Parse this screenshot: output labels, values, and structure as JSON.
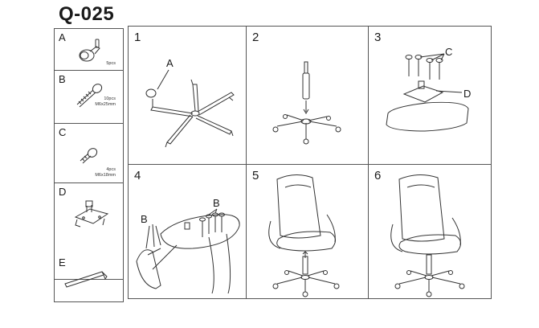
{
  "header": {
    "model": "Q-025"
  },
  "parts": [
    {
      "letter": "A",
      "spec_lines": [
        "5pcs"
      ],
      "icon": "caster-wheel-icon"
    },
    {
      "letter": "B",
      "spec_lines": [
        "10pcs",
        "M6x25mm"
      ],
      "icon": "long-bolt-icon"
    },
    {
      "letter": "C",
      "spec_lines": [
        "4pcs",
        "M6x18mm"
      ],
      "icon": "short-bolt-icon"
    },
    {
      "letter": "D",
      "spec_lines": [],
      "icon": "tilt-mechanism-icon"
    },
    {
      "letter": "E",
      "spec_lines": [],
      "icon": "allen-key-icon"
    }
  ],
  "steps": [
    {
      "number": "1",
      "callouts": [
        "A"
      ],
      "illustration": "base-with-casters-icon"
    },
    {
      "number": "2",
      "callouts": [],
      "illustration": "gas-lift-insert-icon"
    },
    {
      "number": "3",
      "callouts": [
        "C",
        "D"
      ],
      "illustration": "seat-mechanism-icon"
    },
    {
      "number": "4",
      "callouts": [
        "B",
        "B"
      ],
      "illustration": "armrest-backrest-icon"
    },
    {
      "number": "5",
      "callouts": [],
      "illustration": "chair-assembly-icon"
    },
    {
      "number": "6",
      "callouts": [],
      "illustration": "finished-chair-icon"
    }
  ]
}
